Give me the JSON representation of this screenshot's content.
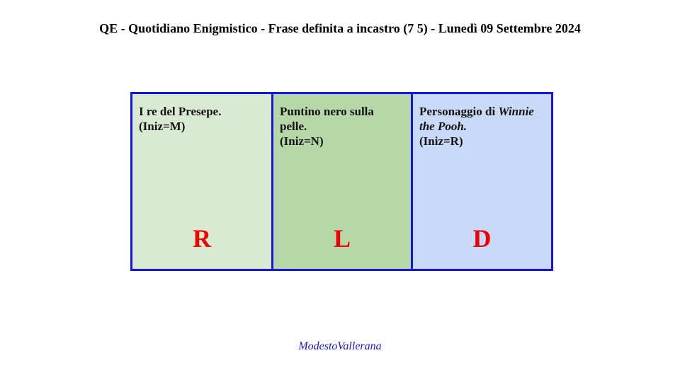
{
  "header": {
    "title": "QE - Quotidiano Enigmistico - Frase definita a incastro (7 5) - Lunedì 09 Settembre 2024"
  },
  "cells": [
    {
      "clue_line1": "I re del Presepe.",
      "hint": "(Iniz=M)",
      "letter": "R",
      "background": "#d9ead3"
    },
    {
      "clue_line1": "Puntino nero sulla",
      "clue_line2": "pelle.",
      "hint": "(Iniz=N)",
      "letter": "L",
      "background": "#b6d7a8"
    },
    {
      "clue_prefix": "Personaggio di ",
      "clue_italic_1": "Winnie",
      "clue_italic_2": "the Pooh.",
      "hint": "(Iniz=R)",
      "letter": "D",
      "background": "#c9daf8"
    }
  ],
  "footer": {
    "signature": "ModestoVallerana"
  },
  "colors": {
    "border": "#1515e6",
    "letter": "#f00000",
    "signature": "#1515d0"
  }
}
